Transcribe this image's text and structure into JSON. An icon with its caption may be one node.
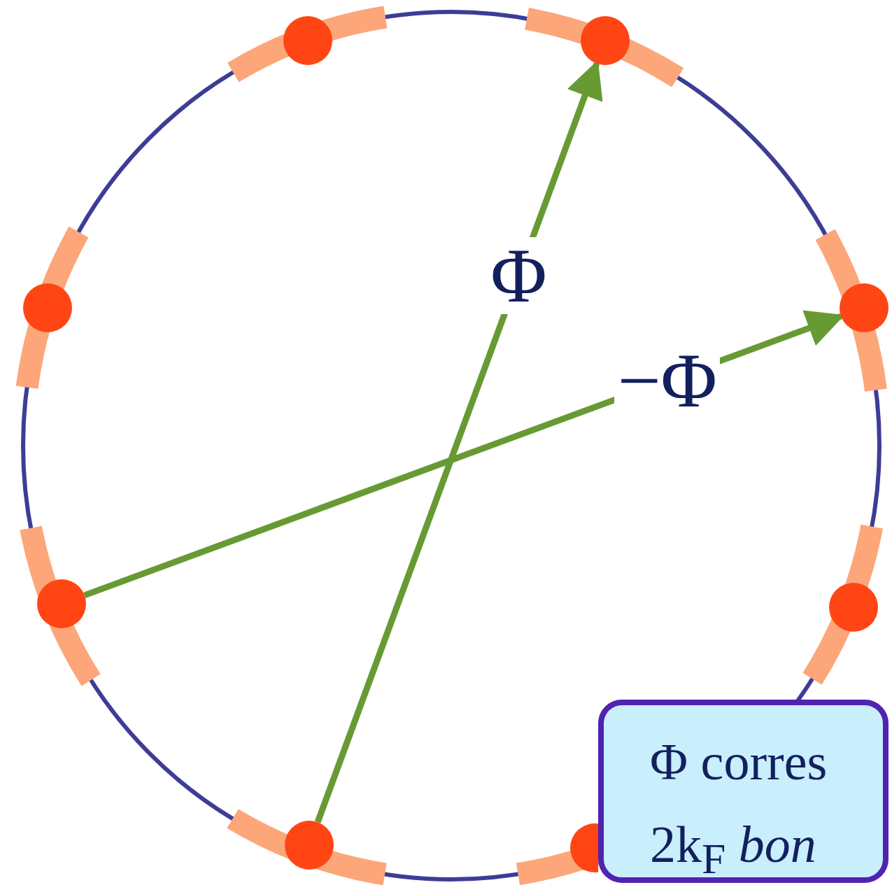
{
  "diagram": {
    "nodes": [
      {
        "text": [],
        "shape": "circle"
      },
      {
        "text": [],
        "shape": "circle"
      },
      {
        "text": [],
        "shape": "circle"
      },
      {
        "text": [],
        "shape": "circle"
      },
      {
        "text": [],
        "shape": "circle"
      },
      {
        "text": [],
        "shape": "circle"
      },
      {
        "text": [],
        "shape": "circle"
      },
      {
        "text": [],
        "shape": "circle"
      },
      {
        "text": [
          "Φ corres 2k$_{F}$ *bon*"
        ]
      }
    ],
    "edges": [
      {
        "from": 6,
        "to": 1,
        "arrow": "to",
        "label": "Φ"
      },
      {
        "from": 4,
        "to": 3,
        "arrow": "to",
        "label": "−Φ"
      }
    ]
  }
}
